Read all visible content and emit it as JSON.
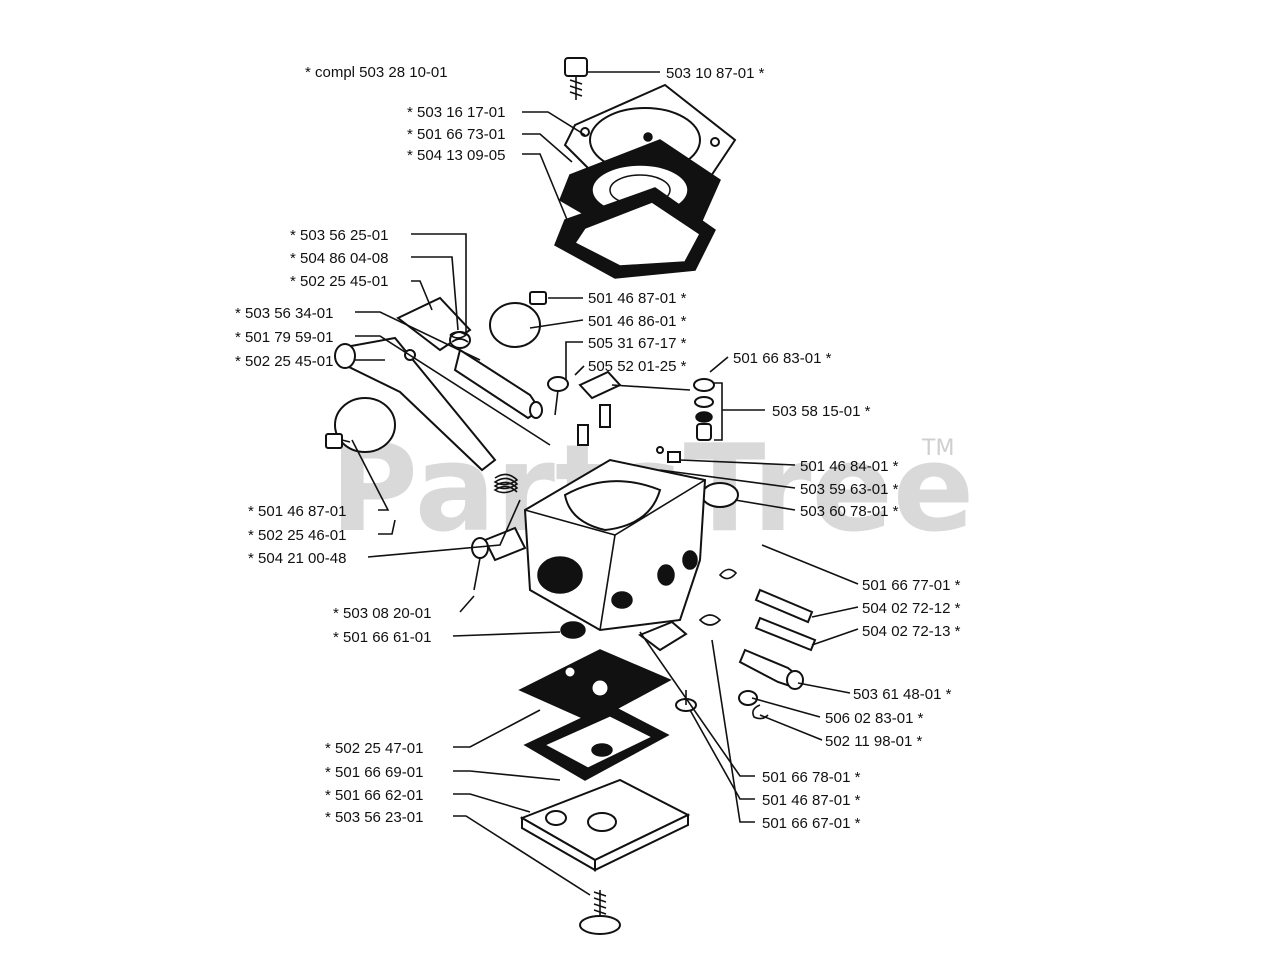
{
  "watermark": {
    "text": "PartsTree",
    "tm": "TM"
  },
  "header_label": "* compl 503 28 10-01",
  "callouts": [
    {
      "id": "c01",
      "text": "503 10 87-01  *"
    },
    {
      "id": "c02",
      "text": "*  503 16 17-01"
    },
    {
      "id": "c03",
      "text": "*  501 66 73-01"
    },
    {
      "id": "c04",
      "text": "*  504 13 09-05"
    },
    {
      "id": "c05",
      "text": "*  503 56 25-01"
    },
    {
      "id": "c06",
      "text": "*  504 86 04-08"
    },
    {
      "id": "c07",
      "text": "*  502 25 45-01"
    },
    {
      "id": "c08",
      "text": "*  503 56 34-01"
    },
    {
      "id": "c09",
      "text": "*  501 79 59-01"
    },
    {
      "id": "c10",
      "text": "*  502 25 45-01"
    },
    {
      "id": "c11",
      "text": "501 46 87-01  *"
    },
    {
      "id": "c12",
      "text": "501 46 86-01  *"
    },
    {
      "id": "c13",
      "text": "505 31 67-17  *"
    },
    {
      "id": "c14",
      "text": "505 52 01-25  *"
    },
    {
      "id": "c15",
      "text": "501 66 83-01  *"
    },
    {
      "id": "c16",
      "text": "503 58 15-01  *"
    },
    {
      "id": "c17",
      "text": "501 46 84-01  *"
    },
    {
      "id": "c18",
      "text": "503 59 63-01  *"
    },
    {
      "id": "c19",
      "text": "503 60 78-01  *"
    },
    {
      "id": "c20",
      "text": "*  501 46 87-01"
    },
    {
      "id": "c21",
      "text": "*  502 25 46-01"
    },
    {
      "id": "c22",
      "text": "*  504 21 00-48"
    },
    {
      "id": "c23",
      "text": "501 66 77-01  *"
    },
    {
      "id": "c24",
      "text": "504 02 72-12  *"
    },
    {
      "id": "c25",
      "text": "504 02 72-13  *"
    },
    {
      "id": "c26",
      "text": "*  503 08 20-01"
    },
    {
      "id": "c27",
      "text": "*  501 66 61-01"
    },
    {
      "id": "c28",
      "text": "503 61 48-01  *"
    },
    {
      "id": "c29",
      "text": "506 02 83-01  *"
    },
    {
      "id": "c30",
      "text": "502 11 98-01  *"
    },
    {
      "id": "c31",
      "text": "*  502 25 47-01"
    },
    {
      "id": "c32",
      "text": "*  501 66 69-01"
    },
    {
      "id": "c33",
      "text": "*  501 66 62-01"
    },
    {
      "id": "c34",
      "text": "*  503 56 23-01"
    },
    {
      "id": "c35",
      "text": "501 66 78-01  *"
    },
    {
      "id": "c36",
      "text": "501 46 87-01  *"
    },
    {
      "id": "c37",
      "text": "501 66 67-01  *"
    }
  ]
}
